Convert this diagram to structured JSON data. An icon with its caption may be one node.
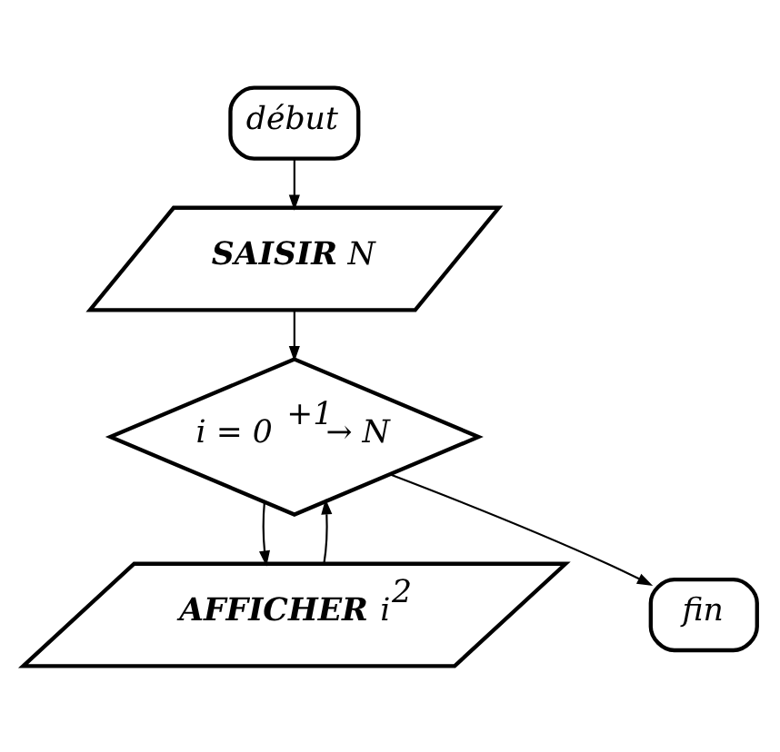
{
  "diagram": {
    "nodes": [
      {
        "text": [
          "début"
        ]
      },
      {
        "text": [
          "**SAISIR** N"
        ]
      },
      {
        "text": [
          "i = 0 $^{+1}$→ N"
        ]
      },
      {
        "text": [
          "**AFFICHER** i$^{2}$"
        ]
      },
      {
        "text": [
          "fin"
        ]
      }
    ],
    "edges": [
      {
        "from": 0,
        "to": 1,
        "arrow": "to"
      },
      {
        "from": 1,
        "to": 2,
        "arrow": "to"
      },
      {
        "from": 2,
        "to": 3,
        "arrow": "to"
      },
      {
        "from": 3,
        "to": 2,
        "arrow": "to"
      },
      {
        "from": 2,
        "to": 4,
        "arrow": "to"
      }
    ]
  }
}
